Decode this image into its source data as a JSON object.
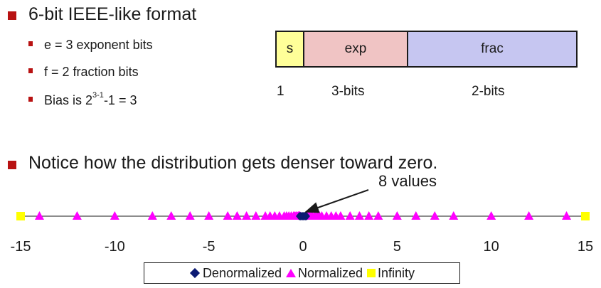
{
  "bullets": {
    "format_title": "6-bit IEEE-like format",
    "exp_bits": "e = 3 exponent bits",
    "frac_bits": "f = 2 fraction bits",
    "bias_prefix": "Bias is 2",
    "bias_sup": "3-1",
    "bias_suffix": "-1 = 3",
    "notice": "Notice how the distribution gets denser toward zero."
  },
  "format_box": {
    "s_label": "s",
    "exp_label": "exp",
    "frac_label": "frac",
    "s_bits": "1",
    "exp_bits": "3-bits",
    "frac_bits": "2-bits"
  },
  "callout": {
    "text": "8 values"
  },
  "colors": {
    "bullet": "#b81212",
    "denormalized": "#0b1a73",
    "normalized": "#ff00ff",
    "infinity": "#ffff00",
    "s_fill": "#ffff99",
    "exp_fill": "#f0c4c4",
    "frac_fill": "#c6c6f1"
  },
  "chart_data": {
    "type": "scatter",
    "xlim": [
      -15,
      15
    ],
    "x_ticks": [
      "-15",
      "-10",
      "-5",
      "0",
      "5",
      "10",
      "15"
    ],
    "legend": {
      "placement": "bottom",
      "labels": [
        "Denormalized",
        "Normalized",
        "Infinity"
      ]
    },
    "series": [
      {
        "name": "Denormalized",
        "marker": "diamond",
        "x": [
          -0.1875,
          -0.125,
          -0.0625,
          0,
          0,
          0.0625,
          0.125,
          0.1875
        ]
      },
      {
        "name": "Normalized",
        "marker": "triangle",
        "x": [
          -14,
          -12,
          -10,
          -8,
          -7,
          -6,
          -5,
          -4,
          -3.5,
          -3,
          -2.5,
          -2,
          -1.75,
          -1.5,
          -1.25,
          -1,
          -0.875,
          -0.75,
          -0.625,
          -0.5,
          -0.4375,
          -0.375,
          -0.3125,
          -0.25,
          -0.21875,
          -0.1875,
          -0.15625,
          0.15625,
          0.1875,
          0.21875,
          0.25,
          0.3125,
          0.375,
          0.4375,
          0.5,
          0.625,
          0.75,
          0.875,
          1,
          1.25,
          1.5,
          1.75,
          2,
          2.5,
          3,
          3.5,
          4,
          5,
          6,
          7,
          8,
          10,
          12,
          14
        ]
      },
      {
        "name": "Infinity",
        "marker": "square",
        "x": [
          -15,
          15
        ]
      }
    ]
  }
}
